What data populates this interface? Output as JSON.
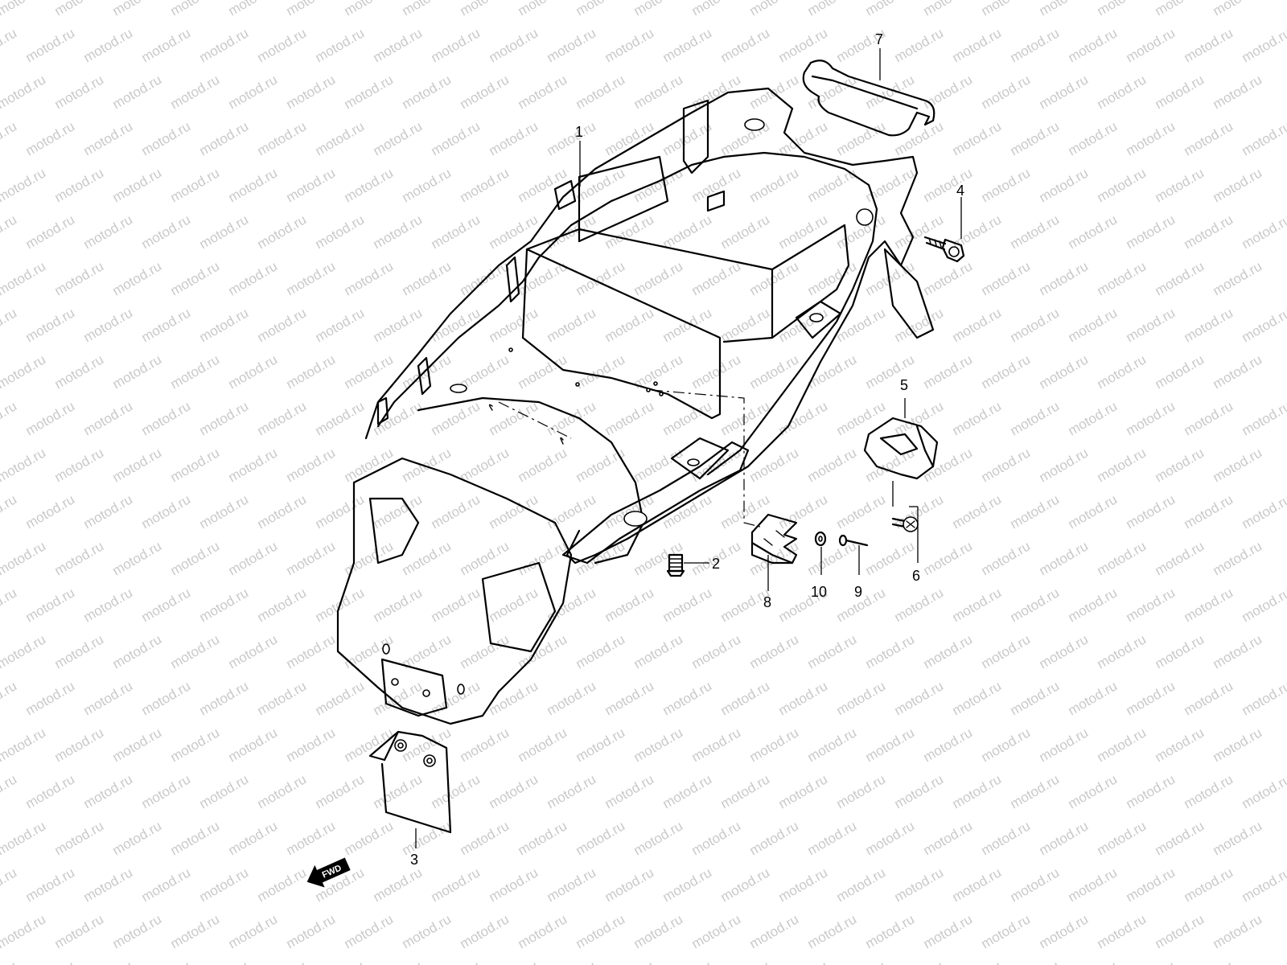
{
  "watermark": {
    "text": "motod.ru"
  },
  "fwd_label": "FWD",
  "callouts": [
    {
      "id": "1",
      "label": "1"
    },
    {
      "id": "2",
      "label": "2"
    },
    {
      "id": "3",
      "label": "3"
    },
    {
      "id": "4",
      "label": "4"
    },
    {
      "id": "5",
      "label": "5"
    },
    {
      "id": "6",
      "label": "6"
    },
    {
      "id": "7",
      "label": "7"
    },
    {
      "id": "8",
      "label": "8"
    },
    {
      "id": "9",
      "label": "9"
    },
    {
      "id": "10",
      "label": "10"
    }
  ]
}
